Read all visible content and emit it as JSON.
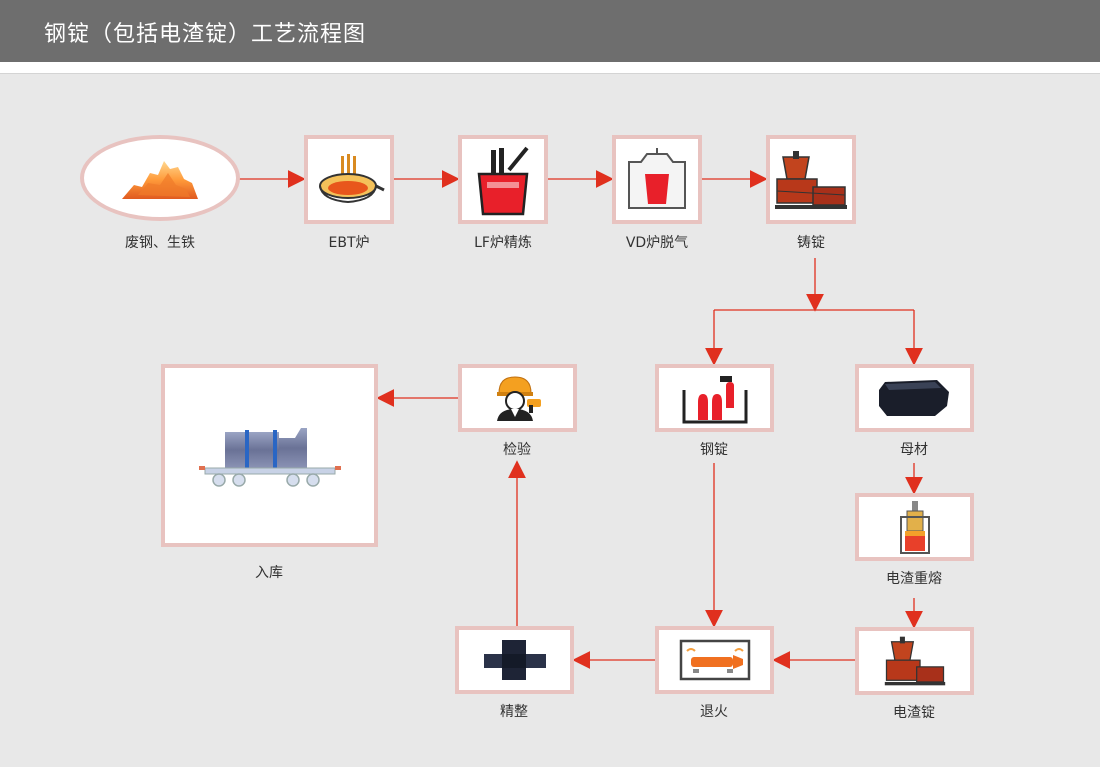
{
  "header": {
    "title": "钢锭（包括电渣锭）工艺流程图"
  },
  "colors": {
    "header_bg": "#6e6e6e",
    "node_border": "#e8c3c0",
    "arrow": "#e0301e",
    "canvas": "#e8e8e8"
  },
  "nodes": [
    {
      "id": "scrap",
      "label": "废钢、生铁",
      "icon": "scrap-pile-icon"
    },
    {
      "id": "ebt",
      "label": "EBT炉",
      "icon": "ebt-furnace-icon"
    },
    {
      "id": "lf",
      "label": "LF炉精炼",
      "icon": "lf-ladle-icon"
    },
    {
      "id": "vd",
      "label": "VD炉脱气",
      "icon": "vd-vessel-icon"
    },
    {
      "id": "cast",
      "label": "铸锭",
      "icon": "casting-icon"
    },
    {
      "id": "ingot",
      "label": "钢锭",
      "icon": "ingot-mold-icon"
    },
    {
      "id": "parent",
      "label": "母材",
      "icon": "octagonal-bar-icon"
    },
    {
      "id": "esr",
      "label": "电渣重熔",
      "icon": "esr-furnace-icon"
    },
    {
      "id": "esr-ingot",
      "label": "电渣锭",
      "icon": "esr-casting-icon"
    },
    {
      "id": "anneal",
      "label": "退火",
      "icon": "annealing-furnace-icon"
    },
    {
      "id": "finish",
      "label": "精整",
      "icon": "finishing-icon"
    },
    {
      "id": "inspect",
      "label": "检验",
      "icon": "inspector-icon"
    },
    {
      "id": "store",
      "label": "入库",
      "icon": "storage-cart-icon"
    }
  ]
}
